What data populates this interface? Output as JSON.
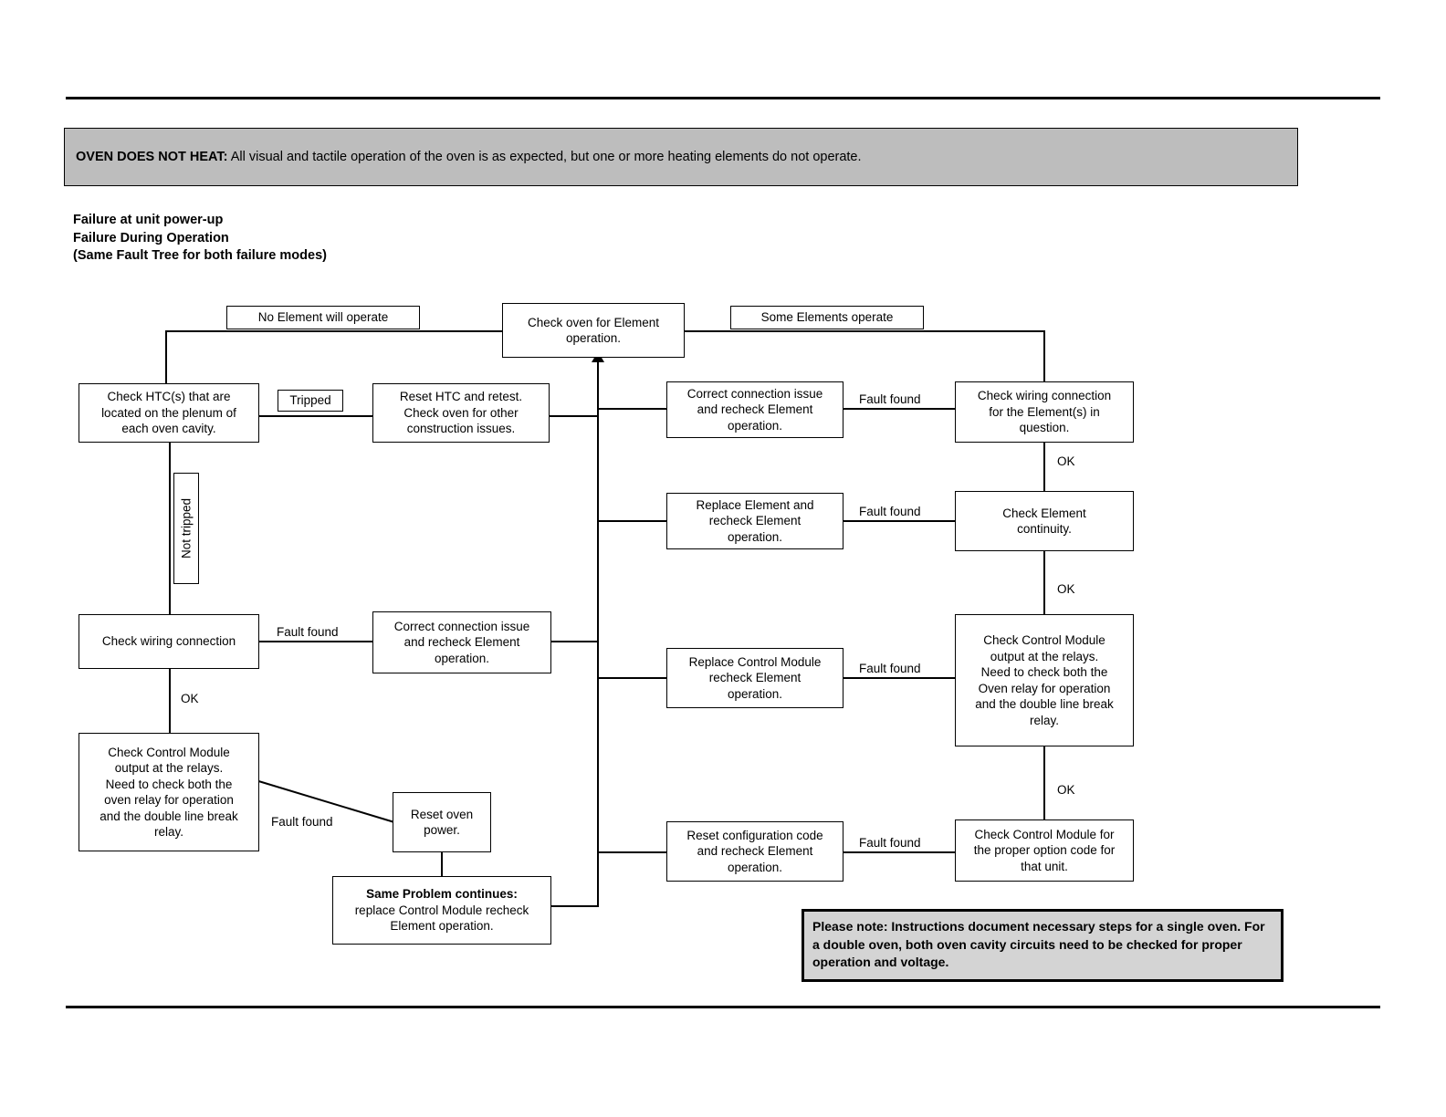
{
  "document": {
    "banner": {
      "title": "OVEN DOES NOT HEAT:",
      "text": " All visual and tactile operation of the oven is as expected, but one or more heating elements do not operate.",
      "background_color": "#bdbdbd"
    },
    "subtitle": {
      "line1": "Failure at unit power-up",
      "line2": "Failure During Operation",
      "line3": "(Same Fault Tree for both failure modes)"
    },
    "note": {
      "text": "Please note: Instructions document necessary steps for a single oven.  For a double oven, both oven cavity circuits need to be checked for proper operation and voltage.",
      "background_color": "#d4d4d4"
    }
  },
  "chart_data": {
    "type": "diagram",
    "title": "OVEN DOES NOT HEAT fault tree",
    "nodes": [
      {
        "id": "root",
        "label": "Check oven for Element operation."
      },
      {
        "id": "no-element",
        "label": "No Element will operate"
      },
      {
        "id": "some-elements",
        "label": "Some Elements operate"
      },
      {
        "id": "check-htc",
        "label": "Check HTC(s) that are located on the plenum of each oven cavity."
      },
      {
        "id": "reset-htc",
        "label": "Reset HTC and retest. Check oven for other construction issues."
      },
      {
        "id": "left-wiring",
        "label": "Check wiring connection"
      },
      {
        "id": "left-correct",
        "label": "Correct connection issue and recheck Element operation."
      },
      {
        "id": "left-control",
        "label": "Check Control Module output at the relays.  Need to check both the oven relay for operation and the double line break relay."
      },
      {
        "id": "reset-power",
        "label": "Reset oven power."
      },
      {
        "id": "same-problem",
        "label": "Same Problem continues: replace Control Module recheck Element operation."
      },
      {
        "id": "right-wiring",
        "label": "Check wiring connection for the Element(s) in question."
      },
      {
        "id": "right-correct",
        "label": "Correct connection issue and recheck Element operation."
      },
      {
        "id": "elem-continuity",
        "label": "Check Element continuity."
      },
      {
        "id": "replace-elem",
        "label": "Replace Element and recheck Element operation."
      },
      {
        "id": "right-control",
        "label": "Check Control Module output at the relays. Need to check both the Oven relay for operation and the double line break relay."
      },
      {
        "id": "replace-control",
        "label": "Replace Control Module recheck Element operation."
      },
      {
        "id": "option-code",
        "label": "Check Control Module for the proper option code for that unit."
      },
      {
        "id": "reset-config",
        "label": "Reset configuration code and recheck Element operation."
      }
    ],
    "edge_labels": {
      "tripped": "Tripped",
      "not_tripped": "Not tripped",
      "ok": "OK",
      "fault_found": "Fault found"
    }
  },
  "flow": {
    "root": {
      "line1": "Check oven for Element",
      "line2": "operation."
    },
    "branch_left": "No Element will operate",
    "branch_right": "Some Elements operate",
    "check_htc": {
      "l1": "Check HTC(s) that are",
      "l2": "located on the plenum of",
      "l3": "each oven cavity."
    },
    "tripped": "Tripped",
    "not_tripped": "Not tripped",
    "reset_htc": {
      "l1": "Reset HTC and retest.",
      "l2": "Check oven for other",
      "l3": "construction issues."
    },
    "left_wiring": "Check wiring connection",
    "left_fault_found": "Fault found",
    "left_ok": "OK",
    "left_correct": {
      "l1": "Correct connection issue",
      "l2": "and recheck Element",
      "l3": "operation."
    },
    "left_control": {
      "l1": "Check Control Module",
      "l2": "output at the relays.",
      "l3": "Need to check both the",
      "l4": "oven relay for operation",
      "l5": "and the double line break",
      "l6": "relay."
    },
    "left_control_fault_found": "Fault found",
    "reset_power": {
      "l1": "Reset oven",
      "l2": "power."
    },
    "same_problem": {
      "l1": "Same Problem continues:",
      "l2": "replace Control Module recheck",
      "l3": "Element operation."
    },
    "right_correct": {
      "l1": "Correct connection issue",
      "l2": "and recheck Element",
      "l3": "operation."
    },
    "right_correct_fault": "Fault found",
    "right_wiring": {
      "l1": "Check wiring connection",
      "l2": "for the Element(s) in",
      "l3": "question."
    },
    "ok_1": "OK",
    "replace_elem": {
      "l1": "Replace Element and",
      "l2": "recheck Element",
      "l3": "operation."
    },
    "replace_elem_fault": "Fault found",
    "elem_continuity": {
      "l1": "Check Element",
      "l2": "continuity."
    },
    "ok_2": "OK",
    "replace_control": {
      "l1": "Replace Control Module",
      "l2": "recheck Element",
      "l3": "operation."
    },
    "replace_control_fault": "Fault found",
    "right_control": {
      "l1": "Check Control Module",
      "l2": "output at the relays.",
      "l3": "Need to check both the",
      "l4": "Oven relay for operation",
      "l5": "and the double line break",
      "l6": "relay."
    },
    "ok_3": "OK",
    "reset_config": {
      "l1": "Reset configuration code",
      "l2": "and recheck Element",
      "l3": "operation."
    },
    "reset_config_fault": "Fault found",
    "option_code": {
      "l1": "Check Control Module for",
      "l2": "the proper option code for",
      "l3": "that unit."
    }
  }
}
